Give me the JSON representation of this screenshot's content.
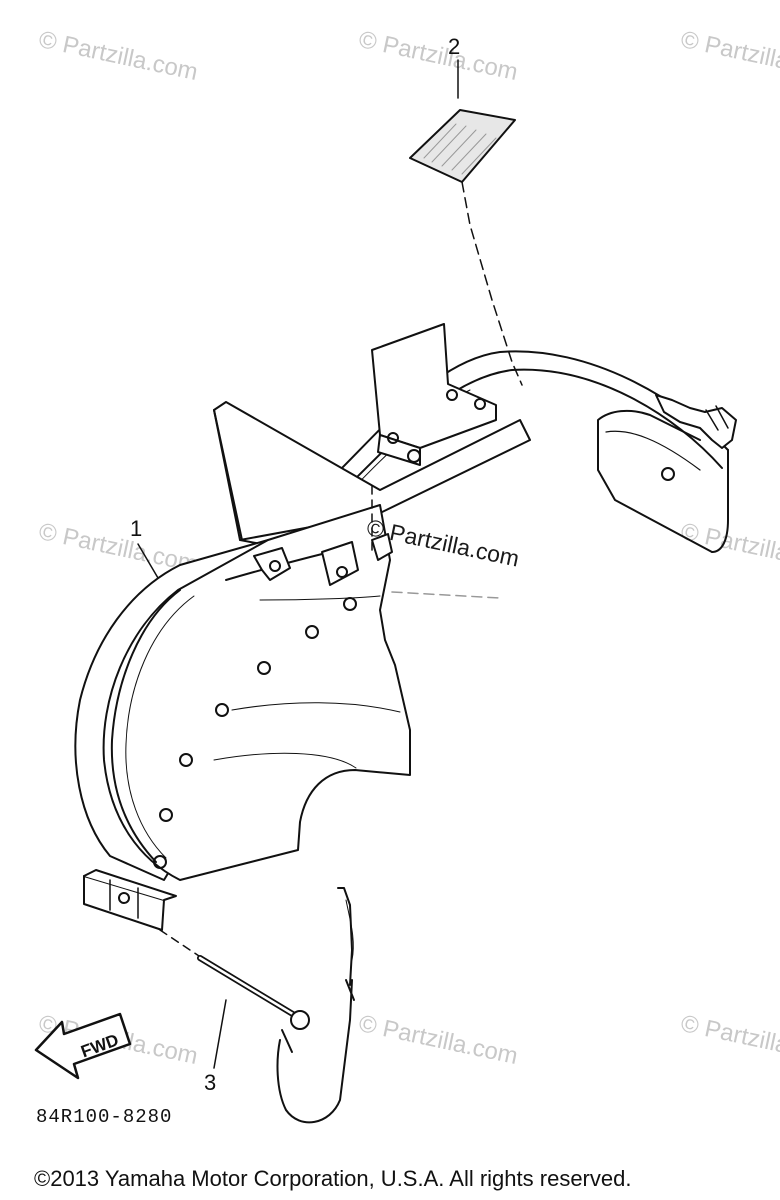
{
  "watermark": "© Partzilla.com",
  "callouts": {
    "part1": "1",
    "part2": "2",
    "part3": "3"
  },
  "fwd_label": "FWD",
  "catalog_number": "84R100-8280",
  "copyright": "©2013 Yamaha Motor Corporation, U.S.A. All rights reserved."
}
